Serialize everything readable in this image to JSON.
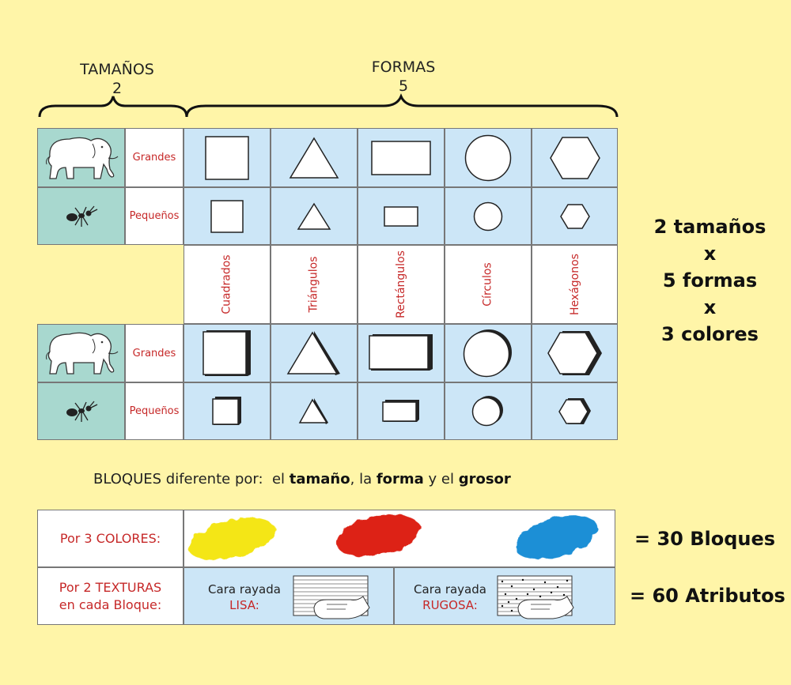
{
  "header": {
    "sizes_title": "TAMAÑOS",
    "sizes_count": "2",
    "shapes_title": "FORMAS",
    "shapes_count": "5"
  },
  "rows": {
    "large_label": "Grandes",
    "small_label": "Pequeños"
  },
  "shape_names": [
    "Cuadrados",
    "Triángulos",
    "Rectángulos",
    "Círculos",
    "Hexágonos"
  ],
  "formula": [
    "2 tamaños",
    "x",
    "5 formas",
    "x",
    "3 colores"
  ],
  "bloques_line": {
    "prefix": "BLOQUES diferente por:  el ",
    "w1": "tamaño",
    "mid1": ", la ",
    "w2": "forma",
    "mid2": " y el ",
    "w3": "grosor"
  },
  "colors_row": {
    "label": "Por 3 COLORES:",
    "result": "= 30 Bloques",
    "paint": [
      "#f4e616",
      "#dd2418",
      "#1e8fd6"
    ]
  },
  "textures_row": {
    "label_line1": "Por 2 TEXTURAS",
    "label_line2": "en cada Bloque:",
    "smooth_caption": "Cara rayada",
    "smooth_name": "LISA:",
    "rough_caption": "Cara rayada",
    "rough_name": "RUGOSA:",
    "result": "= 60 Atributos"
  }
}
